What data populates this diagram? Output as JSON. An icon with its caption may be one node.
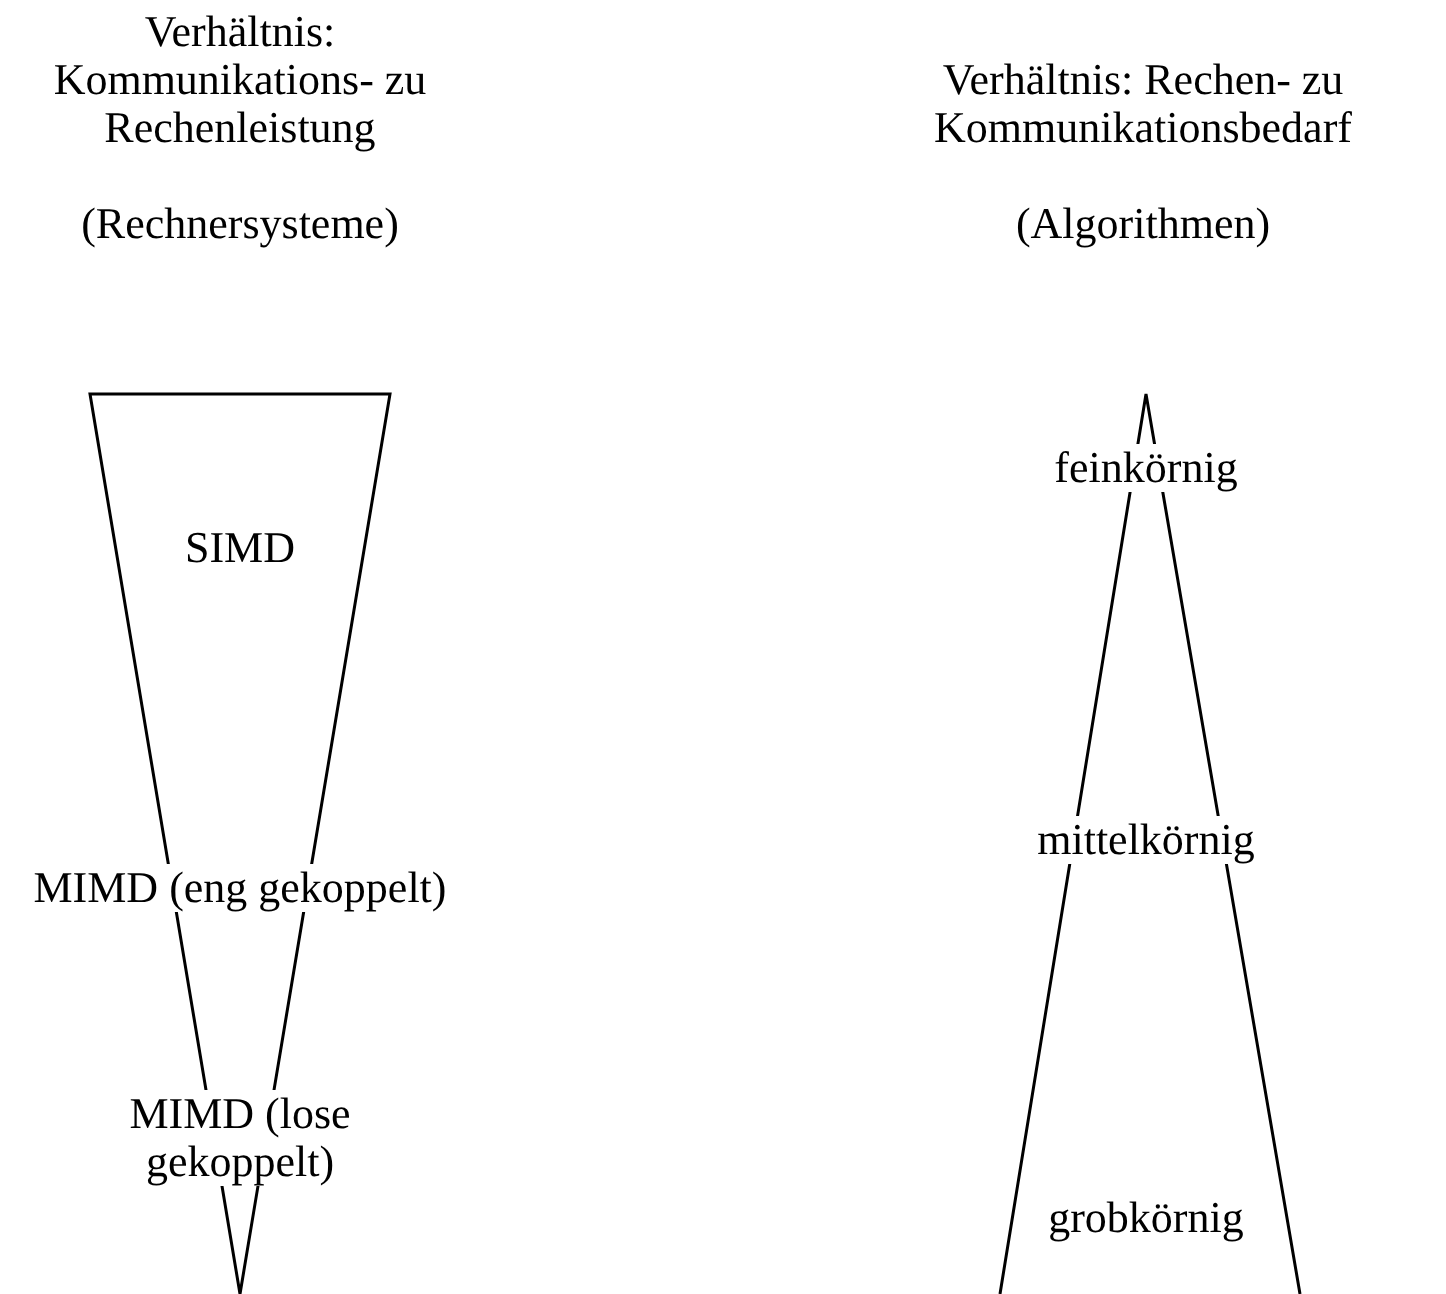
{
  "diagram": {
    "nodes": [
      {
        "text": [
          "Verhältnis: Kommunikations- zu Rechenleistung",
          "(Rechnersysteme)",
          "SIMD",
          "MIMD (eng gekoppelt)",
          "MIMD (lose gekoppelt)"
        ]
      },
      {
        "text": [
          "Verhältnis: Rechen- zu Kommunikationsbedarf",
          "(Algorithmen)",
          "feinkörnig",
          "mittelkörnig",
          "grobkörnig"
        ]
      }
    ],
    "edges": []
  }
}
